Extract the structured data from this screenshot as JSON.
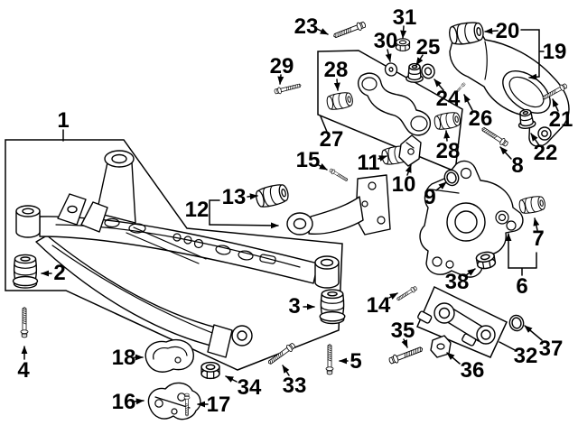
{
  "figure": {
    "background_color": "#ffffff",
    "line_color": "#000000",
    "label_color": "#000000",
    "callouts": {
      "c1": "1",
      "c2": "2",
      "c3": "3",
      "c4": "4",
      "c5": "5",
      "c6": "6",
      "c7": "7",
      "c8": "8",
      "c9": "9",
      "c10": "10",
      "c11": "11",
      "c12": "12",
      "c13": "13",
      "c14": "14",
      "c15": "15",
      "c16": "16",
      "c17": "17",
      "c18": "18",
      "c19": "19",
      "c20": "20",
      "c21": "21",
      "c22": "22",
      "c23": "23",
      "c24": "24",
      "c25": "25",
      "c26": "26",
      "c27": "27",
      "c28a": "28",
      "c28b": "28",
      "c29": "29",
      "c30": "30",
      "c31": "31",
      "c32": "32",
      "c33": "33",
      "c34": "34",
      "c35": "35",
      "c36": "36",
      "c37": "37",
      "c38": "38"
    }
  }
}
